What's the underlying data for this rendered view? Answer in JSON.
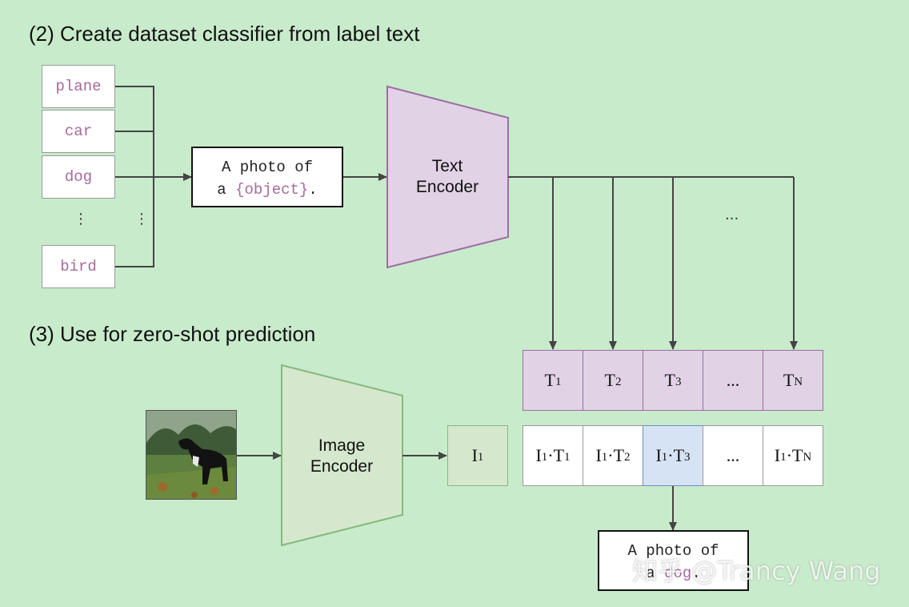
{
  "section2": {
    "title": "(2) Create dataset classifier from label text"
  },
  "section3": {
    "title": "(3) Use for zero-shot prediction"
  },
  "labels": [
    "plane",
    "car",
    "dog",
    "bird"
  ],
  "ellipsis_v": "⋮",
  "template": {
    "line1": "A photo of",
    "prefix": "a",
    "object": "{object}",
    "suffix": "."
  },
  "text_encoder": {
    "line1": "Text",
    "line2": "Encoder"
  },
  "image_encoder": {
    "line1": "Image",
    "line2": "Encoder"
  },
  "ellipsis": "...",
  "text_embeddings": [
    {
      "base": "T",
      "sub": "1"
    },
    {
      "base": "T",
      "sub": "2"
    },
    {
      "base": "T",
      "sub": "3"
    },
    {
      "base": "...",
      "sub": ""
    },
    {
      "base": "T",
      "sub": "N"
    }
  ],
  "image_embedding": {
    "base": "I",
    "sub": "1"
  },
  "products": [
    {
      "a": "I",
      "as": "1",
      "b": "T",
      "bs": "1"
    },
    {
      "a": "I",
      "as": "1",
      "b": "T",
      "bs": "2"
    },
    {
      "a": "I",
      "as": "1",
      "b": "T",
      "bs": "3"
    },
    {
      "a": "...",
      "as": "",
      "b": "",
      "bs": ""
    },
    {
      "a": "I",
      "as": "1",
      "b": "T",
      "bs": "N"
    }
  ],
  "result": {
    "line1": "A photo of",
    "prefix": "a",
    "object": "dog",
    "suffix": "."
  },
  "watermark": "知乎 @Trancy Wang",
  "colors": {
    "background": "#c8ebcb",
    "text_encoder_fill": "#e1d2e6",
    "image_encoder_fill": "#d5e8cd",
    "highlight": "#d6e3f5",
    "label_text": "#a66a9d"
  }
}
